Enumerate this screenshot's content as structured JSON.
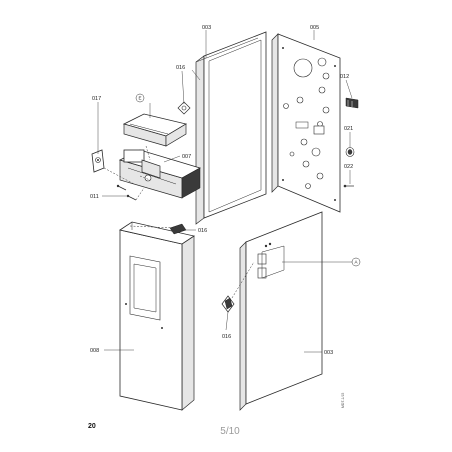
{
  "labels": {
    "l003_top": "003",
    "l005": "005",
    "l016_top": "016",
    "l012": "012",
    "l017": "017",
    "l021": "021",
    "l007": "007",
    "l022": "022",
    "l011": "011",
    "l016_mid": "016",
    "l008": "008",
    "l016_bot": "016",
    "l003_bot": "003"
  },
  "callouts": {
    "e": "E",
    "a": "A"
  },
  "footer": {
    "page_number": "20",
    "page_indicator": "5/10",
    "ref_code": "MDT-1/15"
  }
}
